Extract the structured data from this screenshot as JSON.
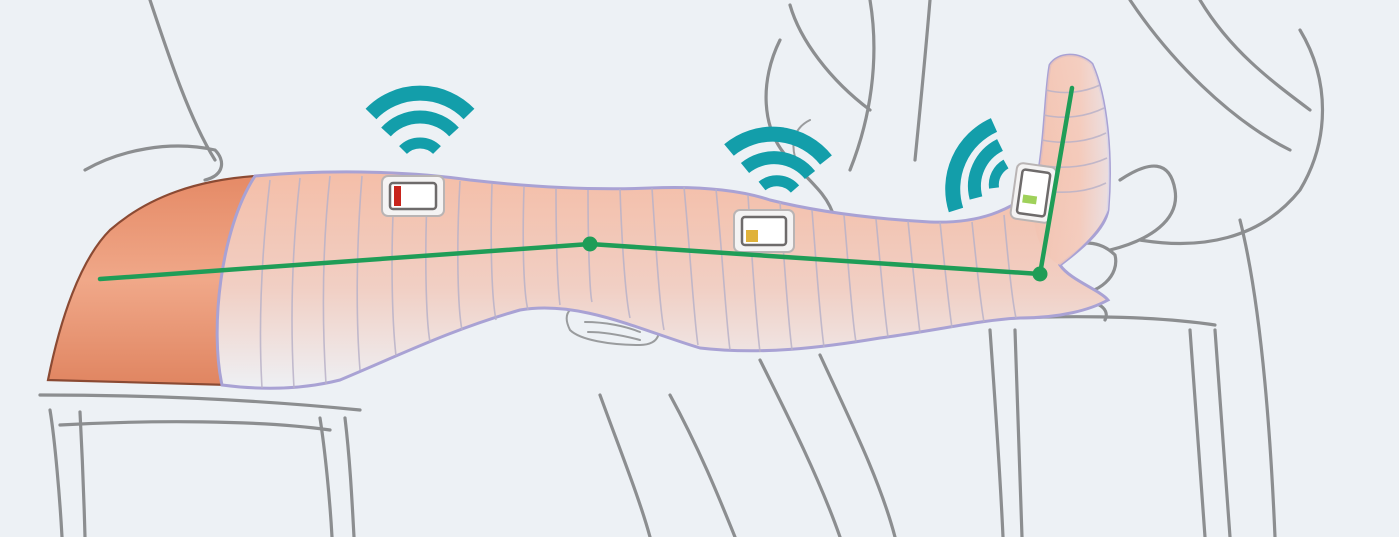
{
  "colors": {
    "background": "#edf1f5",
    "sketch_lines": "#8c8e90",
    "skin": "#e8906c",
    "bandage": "#f4c6b4",
    "bandage_outline": "#a9a2d4",
    "segment_lines": "#1f9d57",
    "wireless_signal": "#139eaa"
  },
  "sensors": [
    {
      "name": "thigh-sensor",
      "indicator_color": "#c8241c"
    },
    {
      "name": "shin-sensor",
      "indicator_color": "#e0b23a"
    },
    {
      "name": "foot-sensor",
      "indicator_color": "#9fd15a"
    }
  ],
  "icons": [
    "wireless-signal-icon",
    "wireless-signal-icon",
    "wireless-signal-icon"
  ]
}
